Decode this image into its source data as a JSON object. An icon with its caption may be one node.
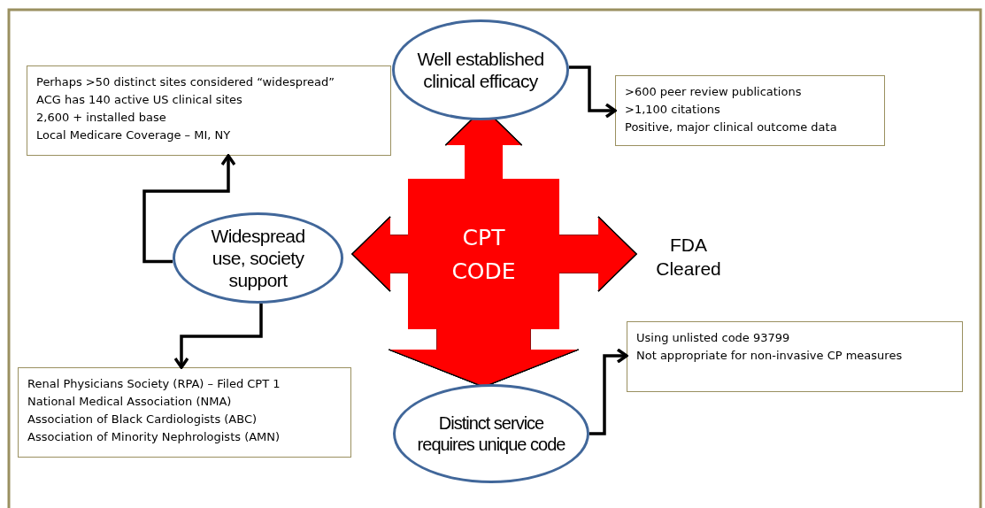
{
  "diagram": {
    "nodes": [
      {
        "text": [
          "CPT CODE"
        ]
      },
      {
        "text": [
          "Well established clinical efficacy"
        ]
      },
      {
        "text": [
          "Widespread use, society support"
        ]
      },
      {
        "text": [
          "FDA Cleared"
        ]
      },
      {
        "text": [
          "Distinct service requires unique code"
        ]
      },
      {
        "text": [
          "Perhaps >50 distinct sites considered “widespread”",
          "ACG has 140 active US clinical sites",
          "2,600 + installed base",
          "Local Medicare Coverage – MI, NY"
        ]
      },
      {
        "text": [
          ">600 peer review publications",
          ">1,100 citations",
          "Positive, major clinical outcome data"
        ]
      },
      {
        "text": [
          "Renal Physicians Society (RPA) – Filed CPT 1",
          "National Medical Association (NMA)",
          "Association of Black Cardiologists (ABC)",
          "Association of Minority Nephrologists (AMN)"
        ]
      },
      {
        "text": [
          "Using unlisted code 93799",
          "Not appropriate for non-invasive CP measures"
        ]
      }
    ],
    "edges": [
      {
        "from": 1,
        "to": 6,
        "arrow": "to"
      },
      {
        "from": 2,
        "to": 5,
        "arrow": "to"
      },
      {
        "from": 2,
        "to": 7,
        "arrow": "to"
      },
      {
        "from": 4,
        "to": 8,
        "arrow": "to"
      },
      {
        "from": 0,
        "to": 1,
        "arrow": "to",
        "style": "thick",
        "color": "#ff0000"
      },
      {
        "from": 0,
        "to": 2,
        "arrow": "to",
        "style": "thick",
        "color": "#ff0000"
      },
      {
        "from": 0,
        "to": 3,
        "arrow": "to",
        "style": "thick",
        "color": "#ff0000"
      },
      {
        "from": 0,
        "to": 4,
        "arrow": "to",
        "style": "thick",
        "color": "#ff0000"
      }
    ]
  }
}
